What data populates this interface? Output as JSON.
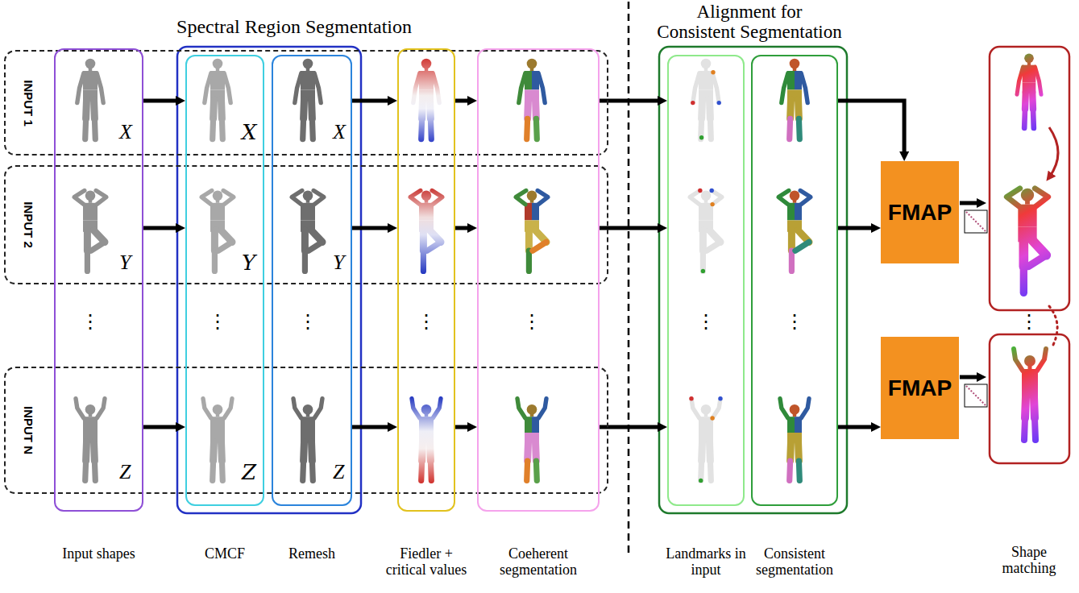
{
  "diagram": {
    "nodes": [
      {
        "text": [
          "INPUT 1"
        ]
      },
      {
        "text": [
          "INPUT 2"
        ]
      },
      {
        "text": [
          "INPUT N"
        ]
      },
      {
        "text": [
          "Input shapes"
        ]
      },
      {
        "text": [
          "CMCF"
        ]
      },
      {
        "text": [
          "Remesh"
        ]
      },
      {
        "text": [
          "Fiedler + critical values"
        ]
      },
      {
        "text": [
          "Coeherent segmentation"
        ]
      },
      {
        "text": [
          "Landmarks in input"
        ]
      },
      {
        "text": [
          "Consistent segmentation"
        ]
      },
      {
        "text": [
          "FMAP"
        ]
      },
      {
        "text": [
          "FMAP"
        ]
      }
    ],
    "edges": [
      {
        "from": 3,
        "to": 4,
        "arrow": "to"
      },
      {
        "from": 3,
        "to": 4,
        "arrow": "to"
      },
      {
        "from": 3,
        "to": 4,
        "arrow": "to"
      },
      {
        "from": 5,
        "to": 6,
        "arrow": "to"
      },
      {
        "from": 5,
        "to": 6,
        "arrow": "to"
      },
      {
        "from": 5,
        "to": 6,
        "arrow": "to"
      },
      {
        "from": 6,
        "to": 7,
        "arrow": "to"
      },
      {
        "from": 6,
        "to": 7,
        "arrow": "to"
      },
      {
        "from": 6,
        "to": 7,
        "arrow": "to"
      },
      {
        "from": 7,
        "to": 8,
        "arrow": "to"
      },
      {
        "from": 7,
        "to": 8,
        "arrow": "to"
      },
      {
        "from": 7,
        "to": 8,
        "arrow": "to"
      },
      {
        "from": 9,
        "to": 10,
        "arrow": "to"
      },
      {
        "from": 9,
        "to": 10,
        "arrow": "to"
      },
      {
        "from": 9,
        "to": 11,
        "arrow": "to"
      }
    ],
    "labels": [
      "Spectral Region Segmentation",
      "Alignment for Consistent Segmentation",
      "X",
      "X",
      "X",
      "Y",
      "Y",
      "Y",
      "Z",
      "Z",
      "Z",
      "⋮",
      "⋮",
      "⋮",
      "⋮",
      "⋮",
      "⋮",
      "⋮",
      "⋮",
      "Shape matching"
    ]
  }
}
